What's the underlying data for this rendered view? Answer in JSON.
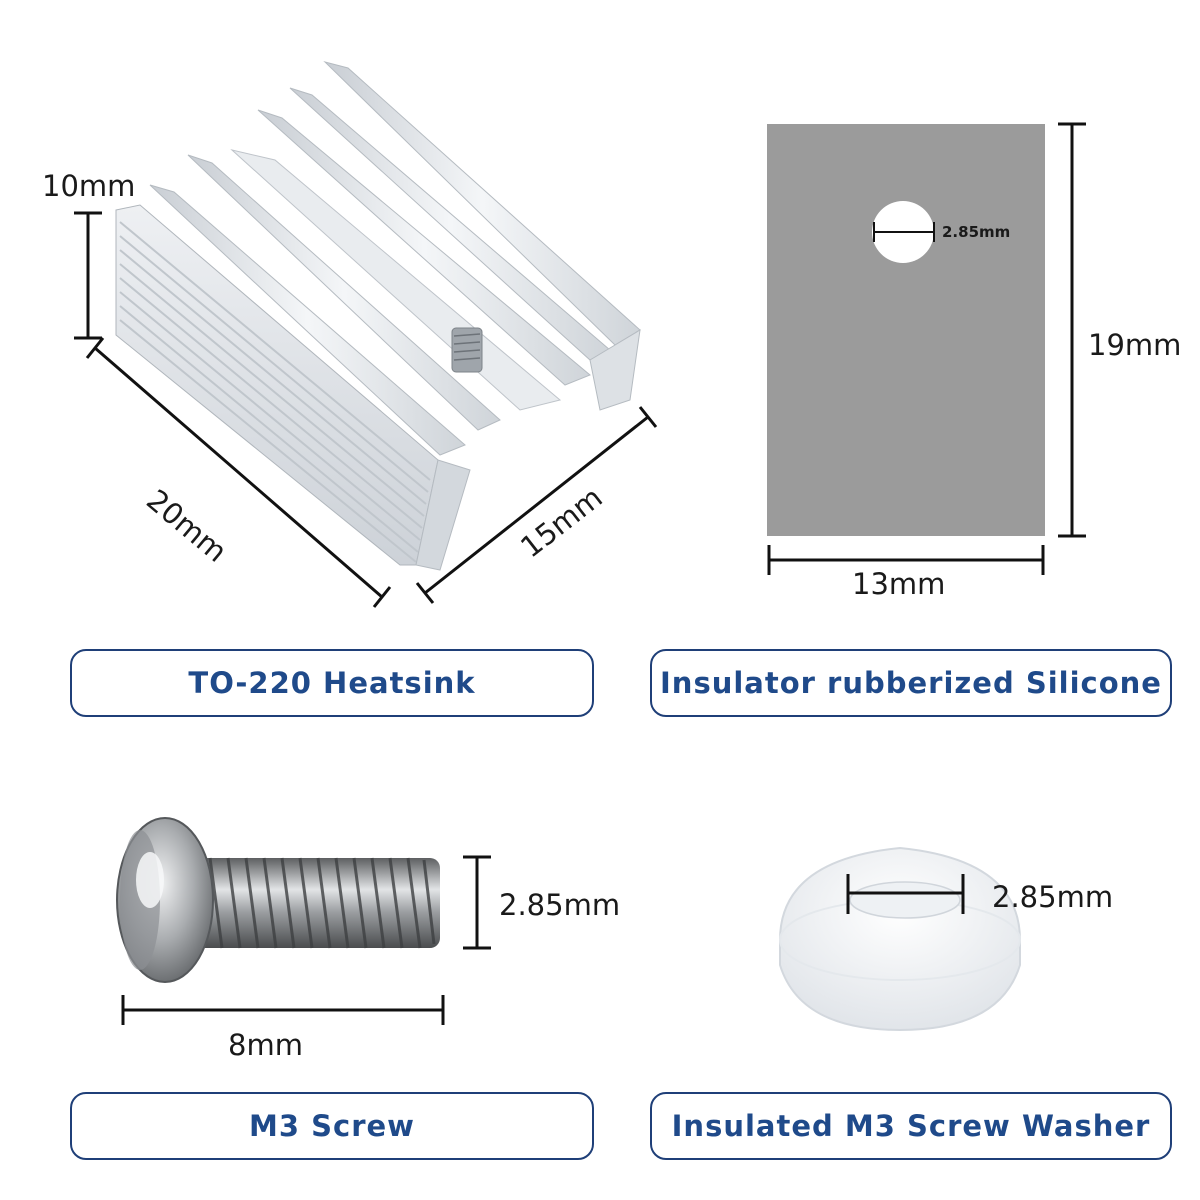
{
  "panels": {
    "heatsink": {
      "label": "TO-220 Heatsink",
      "height_label": "10mm",
      "length_label": "20mm",
      "width_label": "15mm"
    },
    "insulator": {
      "label": "Insulator rubberized Silicone",
      "hole_label": "2.85mm",
      "height_label": "19mm",
      "width_label": "13mm"
    },
    "screw": {
      "label": "M3 Screw",
      "diameter_label": "2.85mm",
      "length_label": "8mm"
    },
    "washer": {
      "label": "Insulated M3 Screw Washer",
      "hole_label": "2.85mm"
    }
  },
  "colors": {
    "label_border": "#1f3f78",
    "label_text": "#1f4a8a",
    "pad": "#9a9a9a",
    "metal": "#d8dde2",
    "washer": "#f2f4f6"
  }
}
